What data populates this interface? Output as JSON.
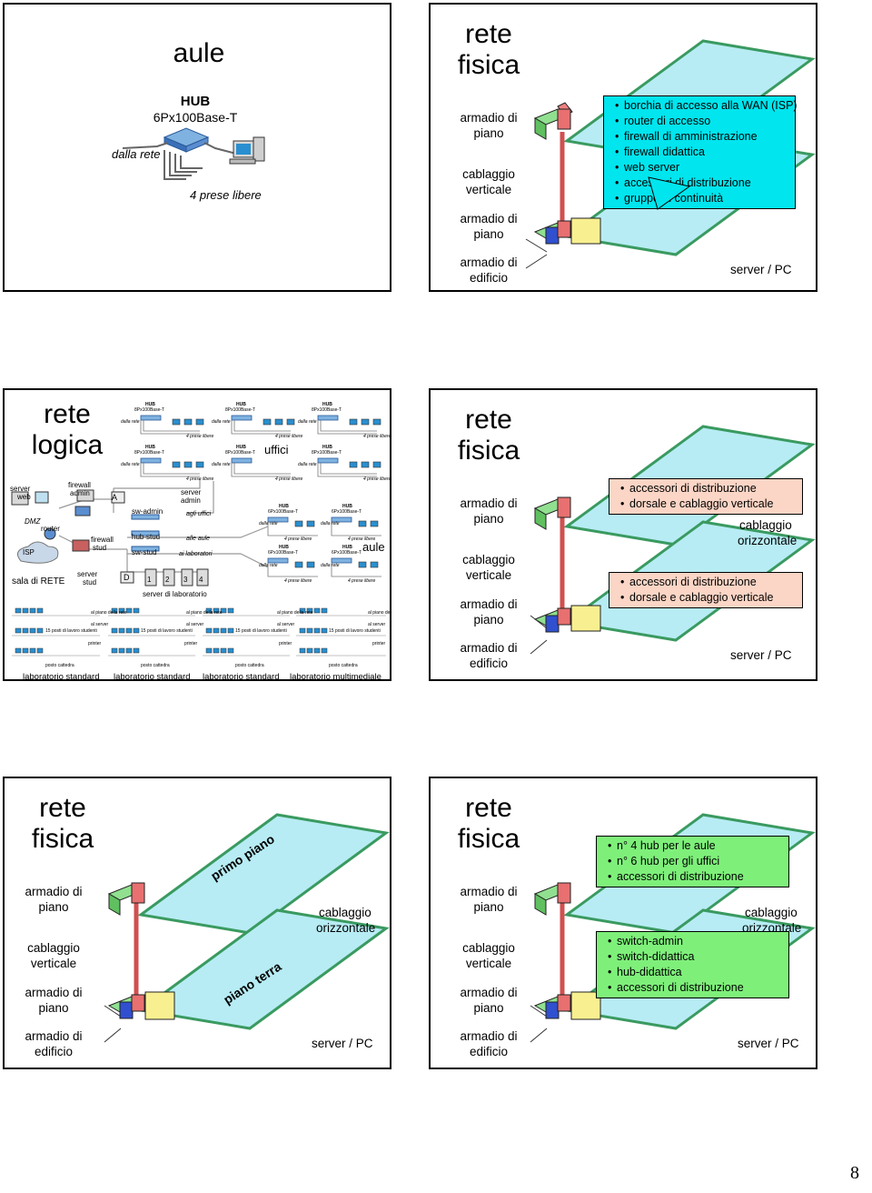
{
  "slide1": {
    "title": "aule",
    "hub_title": "HUB",
    "hub_sub": "6Px100Base-T",
    "from_net": "dalla rete",
    "free_ports": "4 prese libere"
  },
  "slide2": {
    "title_1": "rete",
    "title_2": "fisica",
    "labels": [
      "armadio di",
      "piano",
      "cablaggio",
      "verticale",
      "armadio di",
      "piano",
      "armadio di",
      "edificio"
    ],
    "server_pc": "server / PC",
    "box_items": [
      "borchia di accesso alla WAN (ISP)",
      "router di accesso",
      "firewall di amministrazione",
      "firewall didattica",
      "web server",
      "accessori di distribuzione",
      "gruppo di continuità"
    ],
    "box_color": "#00e5ee"
  },
  "slide3": {
    "title_1": "rete",
    "title_2": "logica",
    "hub": "HUB",
    "hub_sub8": "8Px100Base-T",
    "hub_sub6": "6Px100Base-T",
    "from_net": "dalla rete",
    "free_ports": "4 prese libere",
    "uffici": "uffici",
    "aule": "aule",
    "server_web": [
      "server",
      "web"
    ],
    "dmz": "DMZ",
    "router": "router",
    "isp": "ISP",
    "sala": "sala di RETE",
    "firewall_admin": [
      "firewall",
      "admin"
    ],
    "firewall_stud": [
      "firewall",
      "stud"
    ],
    "server_stud": [
      "server",
      "stud"
    ],
    "a_label": "A",
    "d_label": "D",
    "sw_admin": "sw-admin",
    "server_admin": [
      "server",
      "admin"
    ],
    "agli_uffici": "agli uffici",
    "hub_stud": "hub-stud",
    "alle_aule": "alle aule",
    "sw_stud": "sw-stud",
    "ai_laboratori": "ai laboratori",
    "lab_numbers": [
      "1",
      "2",
      "3",
      "4"
    ],
    "server_lab": "server di laboratorio",
    "labs": [
      "laboratorio standard",
      "laboratorio standard",
      "laboratorio standard",
      "laboratorio multimediale"
    ],
    "printer": "printer",
    "lab_seats": "15 posti di lavoro studenti",
    "teacher": "posto cattedra",
    "to_server": "al server",
    "to_hub": "al piano della rete"
  },
  "slide4": {
    "title_1": "rete",
    "title_2": "fisica",
    "labels": [
      "armadio di",
      "piano",
      "cablaggio",
      "verticale",
      "armadio di",
      "piano",
      "armadio di",
      "edificio"
    ],
    "server_pc": "server / PC",
    "cab_orizz": [
      "cablaggio",
      "orizzontale"
    ],
    "box1": [
      "accessori di distribuzione",
      "dorsale e cablaggio verticale"
    ],
    "box2": [
      "accessori di distribuzione",
      "dorsale e cablaggio verticale"
    ],
    "box_color": "#fbd5c5"
  },
  "slide5": {
    "title_1": "rete",
    "title_2": "fisica",
    "labels": [
      "armadio di",
      "piano",
      "cablaggio",
      "verticale",
      "armadio di",
      "piano",
      "armadio di",
      "edificio"
    ],
    "server_pc": "server / PC",
    "cab_orizz": [
      "cablaggio",
      "orizzontale"
    ],
    "floor_top": "primo piano",
    "floor_bottom": "piano terra"
  },
  "slide6": {
    "title_1": "rete",
    "title_2": "fisica",
    "labels": [
      "armadio di",
      "piano",
      "cablaggio",
      "verticale",
      "armadio di",
      "piano",
      "armadio di",
      "edificio"
    ],
    "server_pc": "server / PC",
    "cab_orizz": [
      "cablaggio",
      "orizzontale"
    ],
    "box1": [
      "n° 4 hub per le aule",
      "n° 6 hub per gli uffici",
      "accessori di distribuzione"
    ],
    "box2": [
      "switch-admin",
      "switch-didattica",
      "hub-didattica",
      "accessori di distribuzione"
    ],
    "box_color": "#7ef07a"
  },
  "page_number": "8"
}
